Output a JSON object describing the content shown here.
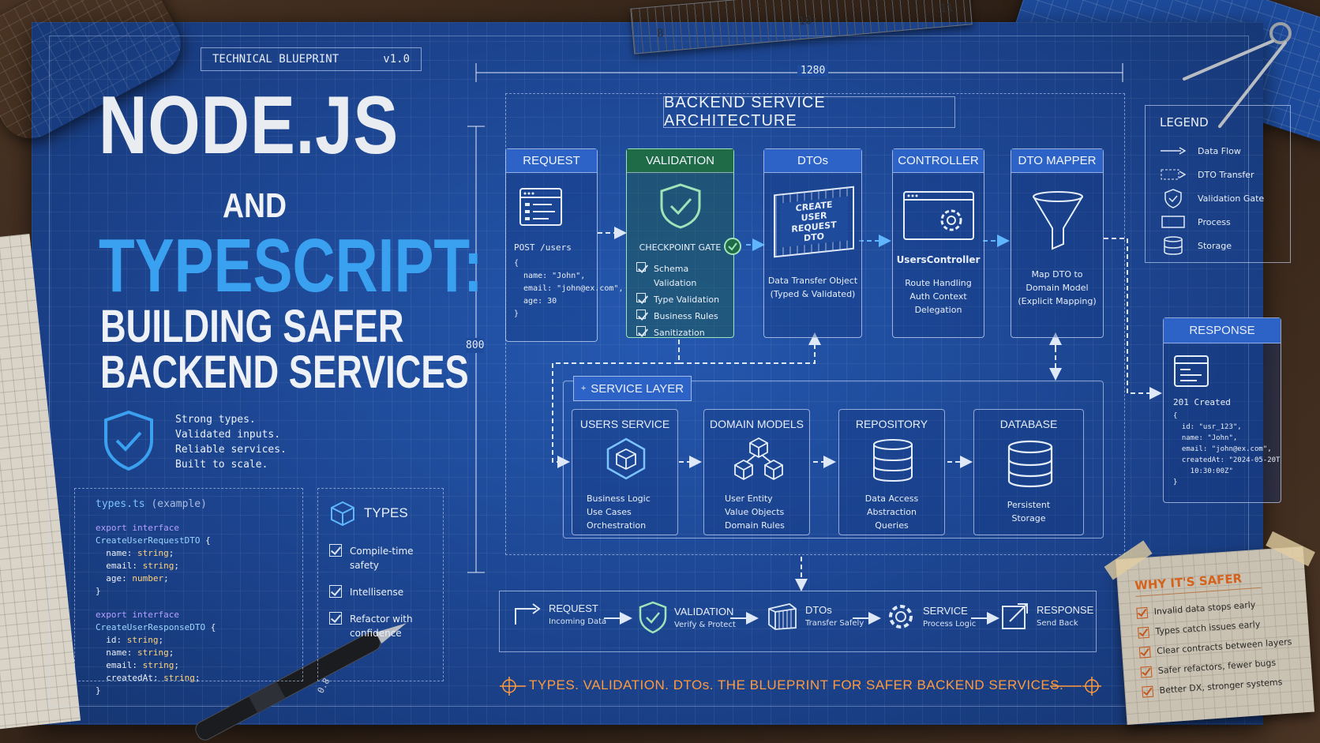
{
  "header": {
    "badge_label": "TECHNICAL BLUEPRINT",
    "badge_version": "v1.0"
  },
  "title": {
    "line1": "NODE.JS",
    "line2": "AND",
    "line3": "TYPESCRIPT:",
    "line4": "BUILDING SAFER",
    "line5": "BACKEND SERVICES"
  },
  "tagline": [
    "Strong types.",
    "Validated inputs.",
    "Reliable services.",
    "Built to scale."
  ],
  "code": {
    "filename": "types.ts",
    "filename_note": "(example)",
    "iface1": "CreateUserRequestDTO",
    "iface1_fields": [
      [
        "name",
        "string"
      ],
      [
        "email",
        "string"
      ],
      [
        "age",
        "number"
      ]
    ],
    "iface2": "CreateUserResponseDTO",
    "iface2_fields": [
      [
        "id",
        "string"
      ],
      [
        "name",
        "string"
      ],
      [
        "email",
        "string"
      ],
      [
        "createdAt",
        "string"
      ]
    ]
  },
  "types_box": {
    "title": "TYPES",
    "items": [
      "Compile-time safety",
      "Intellisense",
      "Refactor with confidence"
    ]
  },
  "dimensions": {
    "width": "1280",
    "height": "800"
  },
  "architecture": {
    "title": "BACKEND SERVICE ARCHITECTURE",
    "request": {
      "title": "REQUEST",
      "endpoint": "POST /users",
      "body": [
        "{",
        "  name: \"John\",",
        "  email: \"john@ex.com\",",
        "  age: 30",
        "}"
      ]
    },
    "validation": {
      "title": "VALIDATION",
      "gate": "CHECKPOINT GATE",
      "items": [
        "Schema Validation",
        "Type Validation",
        "Business Rules",
        "Sanitization"
      ]
    },
    "dtos": {
      "title": "DTOs",
      "crate_label": "CREATE USER REQUEST DTO",
      "desc": [
        "Data Transfer Object",
        "(Typed & Validated)"
      ]
    },
    "controller": {
      "title": "CONTROLLER",
      "name": "UsersController",
      "desc": [
        "Route Handling",
        "Auth Context",
        "Delegation"
      ]
    },
    "mapper": {
      "title": "DTO MAPPER",
      "desc": [
        "Map DTO to",
        "Domain Model",
        "(Explicit Mapping)"
      ]
    },
    "service_layer": {
      "title": "SERVICE LAYER",
      "cards": [
        {
          "title": "USERS SERVICE",
          "desc": [
            "Business Logic",
            "Use Cases",
            "Orchestration"
          ]
        },
        {
          "title": "DOMAIN MODELS",
          "desc": [
            "User Entity",
            "Value Objects",
            "Domain Rules"
          ]
        },
        {
          "title": "REPOSITORY",
          "desc": [
            "Data Access",
            "Abstraction",
            "Queries"
          ]
        },
        {
          "title": "DATABASE",
          "desc": [
            "Persistent",
            "Storage"
          ]
        }
      ]
    }
  },
  "legend": {
    "title": "LEGEND",
    "items": [
      "Data Flow",
      "DTO Transfer",
      "Validation Gate",
      "Process",
      "Storage"
    ]
  },
  "response": {
    "title": "RESPONSE",
    "status": "201 Created",
    "body": [
      "{",
      "  id: \"usr_123\",",
      "  name: \"John\",",
      "  email: \"john@ex.com\",",
      "  createdAt: \"2024-05-20T",
      "    10:30:00Z\"",
      "}"
    ]
  },
  "flow": [
    {
      "title": "REQUEST",
      "sub": "Incoming Data"
    },
    {
      "title": "VALIDATION",
      "sub": "Verify & Protect"
    },
    {
      "title": "DTOs",
      "sub": "Transfer Safely"
    },
    {
      "title": "SERVICE",
      "sub": "Process Logic"
    },
    {
      "title": "RESPONSE",
      "sub": "Send Back"
    }
  ],
  "footer": "TYPES. VALIDATION. DTOs.  THE BLUEPRINT FOR SAFER BACKEND SERVICES.",
  "note": {
    "title": "WHY IT'S SAFER",
    "items": [
      "Invalid data stops early",
      "Types catch issues early",
      "Clear contracts between layers",
      "Safer refactors, fewer bugs",
      "Better DX, stronger systems"
    ]
  },
  "ruler_marks": [
    "8",
    "10",
    "11"
  ],
  "pen_label": "0.8",
  "colors": {
    "accent_blue": "#3aa0f0",
    "accent_orange": "#ff9a3d",
    "validation_green": "#9fe3b8",
    "header_blue": "#2d63c6"
  }
}
